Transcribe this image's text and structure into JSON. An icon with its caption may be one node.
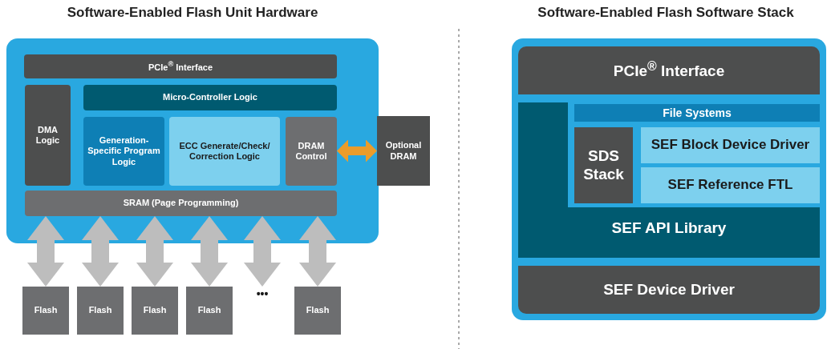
{
  "diagram": {
    "nodes": [
      {
        "text": [
          "Software-Enabled Flash Unit Hardware"
        ]
      },
      {
        "text": [
          "PCIe$^{®}$ Interface"
        ],
        "in": 0
      },
      {
        "text": [
          "DMA Logic"
        ],
        "in": 0
      },
      {
        "text": [
          "Micro-Controller Logic"
        ],
        "in": 0
      },
      {
        "text": [
          "Generation-Specific Program Logic"
        ],
        "in": 0
      },
      {
        "text": [
          "ECC Generate/Check/ Correction Logic"
        ],
        "in": 0
      },
      {
        "text": [
          "DRAM Control"
        ],
        "in": 0
      },
      {
        "text": [
          "SRAM (Page Programming)"
        ],
        "in": 0
      },
      {
        "text": [
          "Optional DRAM"
        ]
      },
      {
        "text": [
          "Flash"
        ]
      },
      {
        "text": [
          "Flash"
        ]
      },
      {
        "text": [
          "Flash"
        ]
      },
      {
        "text": [
          "Flash"
        ]
      },
      {
        "text": [
          "•••"
        ]
      },
      {
        "text": [
          "Flash"
        ]
      },
      {
        "text": [
          "Software-Enabled Flash Software Stack"
        ]
      },
      {
        "text": [
          "PCIe$^{®}$ Interface"
        ],
        "in": 15
      },
      {
        "text": [
          "SEF API Library"
        ],
        "in": 15
      },
      {
        "text": [
          "File Systems"
        ],
        "in": 17
      },
      {
        "text": [
          "SDS Stack"
        ],
        "in": 17
      },
      {
        "text": [
          "SEF Block Device Driver"
        ],
        "in": 17
      },
      {
        "text": [
          "SEF Reference FTL"
        ],
        "in": 17
      },
      {
        "text": [
          "SEF Device Driver"
        ],
        "in": 15
      }
    ],
    "edges": [
      {
        "from": 7,
        "to": 9,
        "arrow": "both"
      },
      {
        "from": 7,
        "to": 10,
        "arrow": "both"
      },
      {
        "from": 7,
        "to": 11,
        "arrow": "both"
      },
      {
        "from": 7,
        "to": 12,
        "arrow": "both"
      },
      {
        "from": 7,
        "to": 13,
        "arrow": "both"
      },
      {
        "from": 7,
        "to": 14,
        "arrow": "both"
      },
      {
        "from": 6,
        "to": 8,
        "arrow": "both",
        "color": "#eb9c2a"
      }
    ]
  }
}
